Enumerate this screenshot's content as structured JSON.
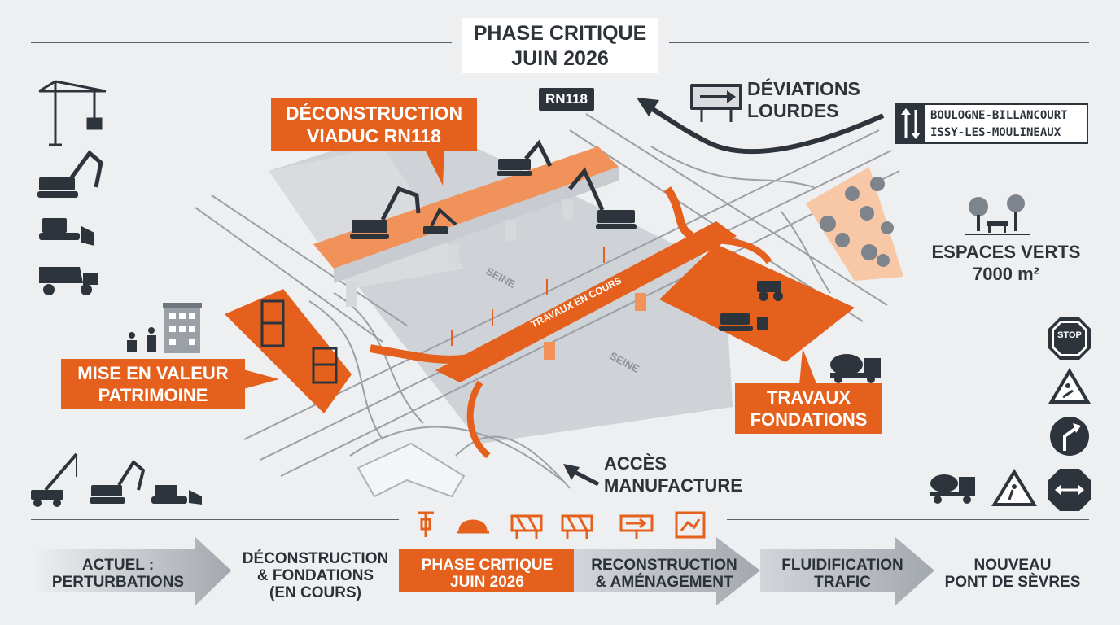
{
  "title": {
    "line1": "PHASE CRITIQUE",
    "line2": "JUIN 2026"
  },
  "callouts": {
    "deconstruction": {
      "line1": "DÉCONSTRUCTION",
      "line2": "VIADUC RN118"
    },
    "patrimoine": {
      "line1": "MISE EN VALEUR",
      "line2": "PATRIMOINE"
    },
    "fondations": {
      "line1": "TRAVAUX",
      "line2": "FONDATIONS"
    },
    "deviations": {
      "line1": "DÉVIATIONS",
      "line2": "LOURDES"
    },
    "espaces_verts": {
      "line1": "ESPACES VERTS",
      "line2": "7000 m²"
    },
    "acces": {
      "line1": "ACCÈS",
      "line2": "MANUFACTURE"
    }
  },
  "road_badge": "RN118",
  "destinations": [
    "BOULOGNE-BILLANCOURT",
    "ISSY-LES-MOULINEAUX"
  ],
  "map_labels": {
    "river1": "SEINE",
    "river2": "SEINE",
    "bridge": "TRAVAUX EN COURS"
  },
  "road_signs": [
    "STOP"
  ],
  "timeline": [
    {
      "lines": [
        "ACTUEL :",
        "PERTURBATIONS"
      ],
      "style": "grey-arrow"
    },
    {
      "lines": [
        "DÉCONSTRUCTION",
        "& FONDATIONS",
        "(EN COURS)"
      ],
      "style": "plain"
    },
    {
      "lines": [
        "PHASE CRITIQUE",
        "JUIN 2026"
      ],
      "style": "orange"
    },
    {
      "lines": [
        "RECONSTRUCTION",
        "& AMÉNAGEMENT"
      ],
      "style": "grey-arrow"
    },
    {
      "lines": [
        "FLUIDIFICATION",
        "TRAFIC"
      ],
      "style": "grey-arrow"
    },
    {
      "lines": [
        "NOUVEAU",
        "PONT DE SÈVRES"
      ],
      "style": "plain"
    }
  ],
  "colors": {
    "accent": "#e4601c",
    "dark": "#2e343b",
    "background": "#eeeff1",
    "green_zone": "#f7c7a6"
  },
  "icons": [
    "tower-crane-icon",
    "excavator-icon",
    "bulldozer-icon",
    "dump-truck-icon",
    "concrete-mixer-icon",
    "jackhammer-icon",
    "hard-hat-icon",
    "barrier-icon",
    "direction-sign-icon",
    "plan-icon",
    "stop-sign-icon",
    "roadworks-sign-icon",
    "turn-sign-icon",
    "pedestrian-sign-icon",
    "two-way-sign-icon"
  ]
}
